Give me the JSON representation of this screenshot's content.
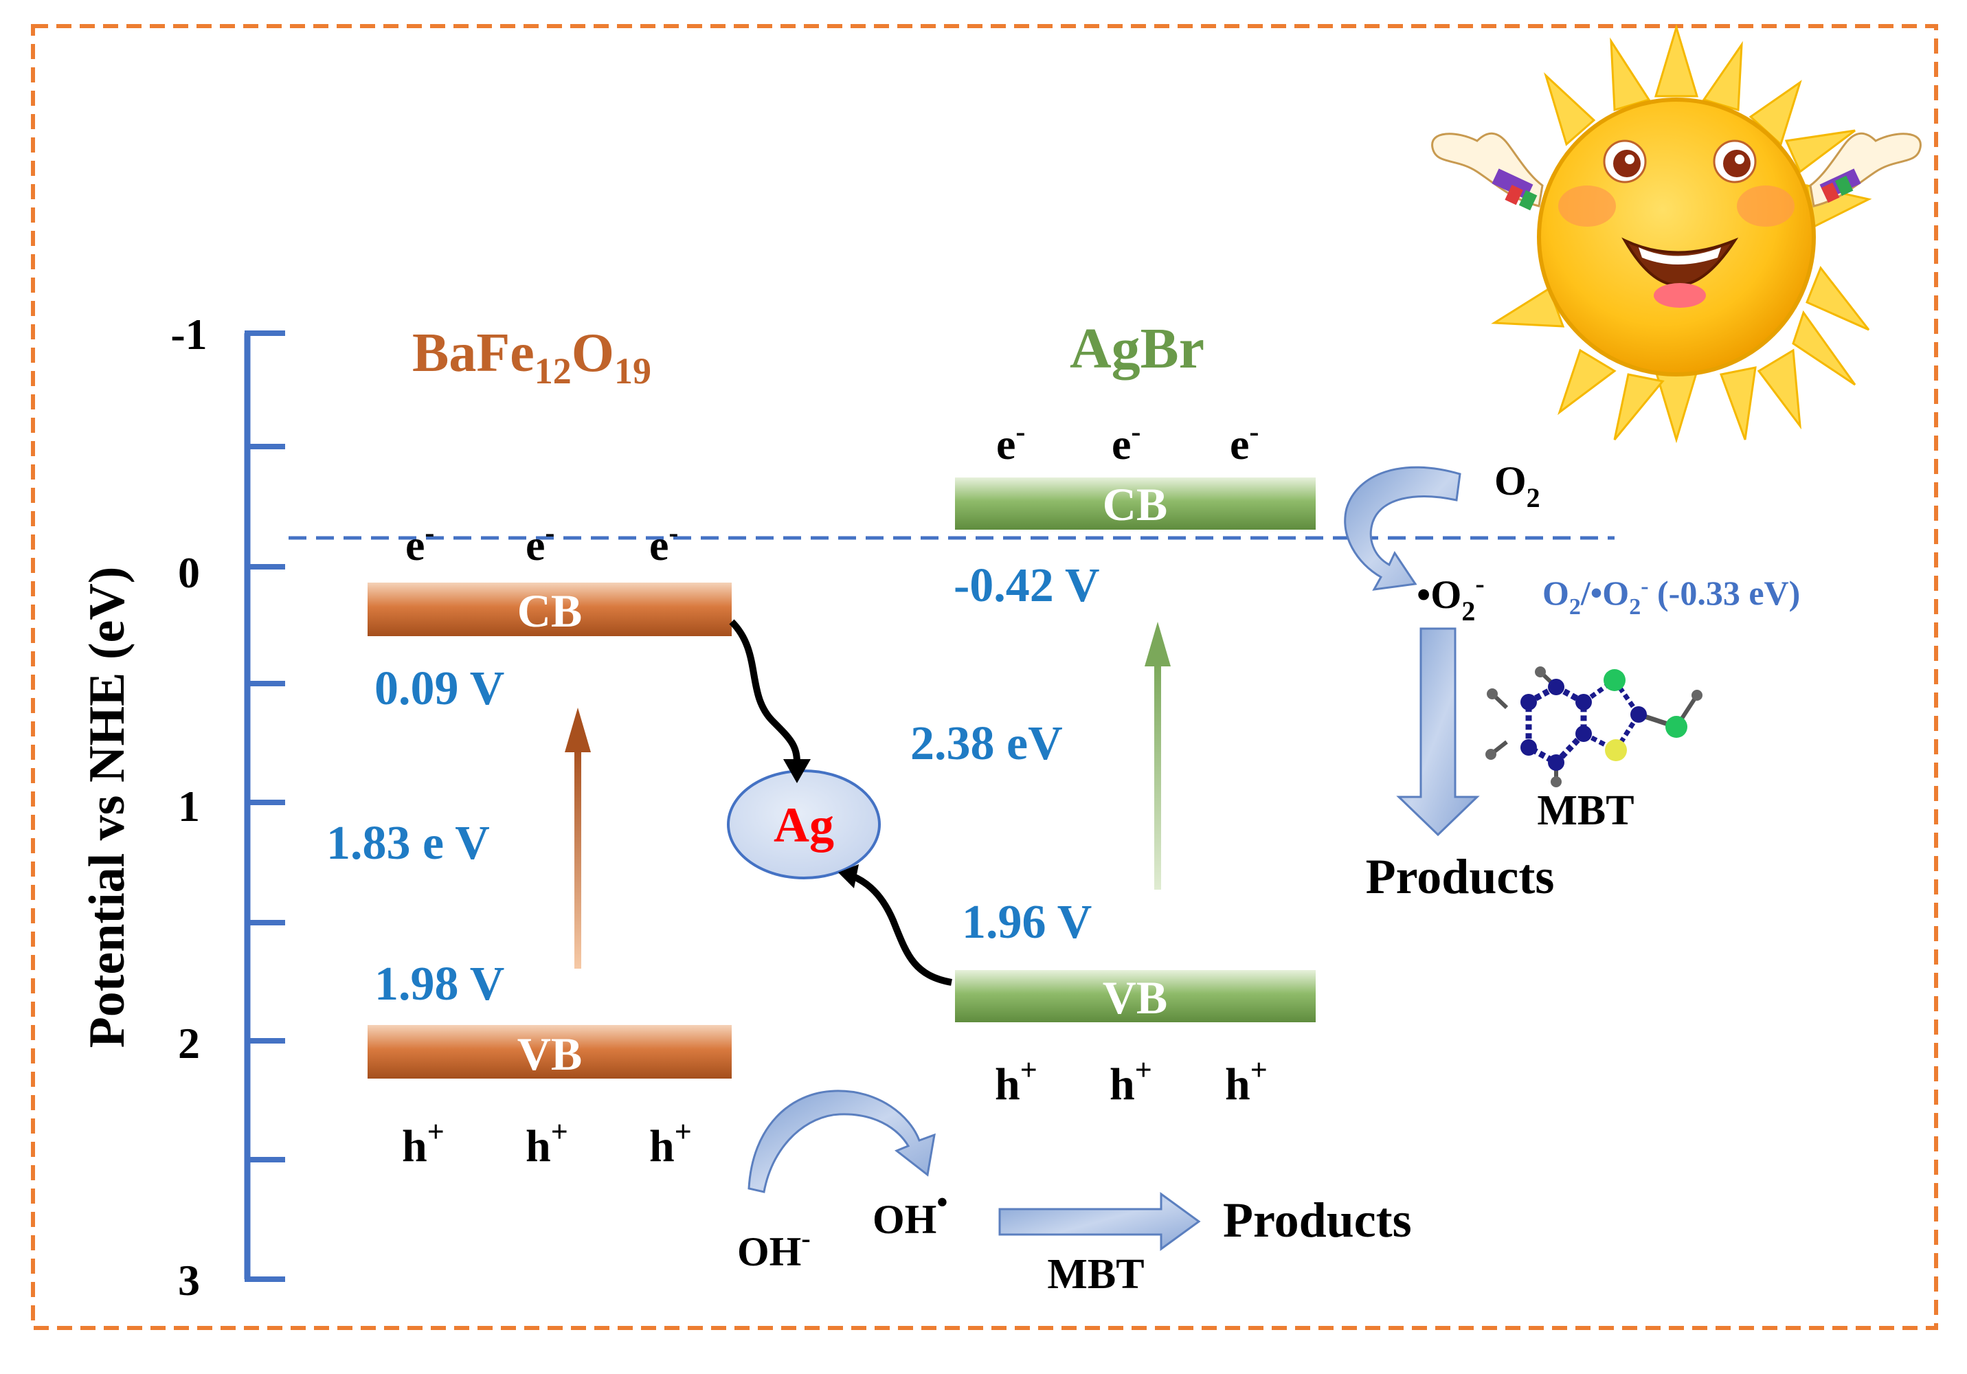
{
  "axis": {
    "label": "Potential vs NHE (eV)",
    "ticks": [
      "-1",
      "0",
      "1",
      "2",
      "3"
    ]
  },
  "bafe": {
    "name_main": "BaFe",
    "name_sub1": "12",
    "name_o": "O",
    "name_sub2": "19",
    "cb_label": "CB",
    "vb_label": "VB",
    "cb_potential": "0.09 V",
    "vb_potential": "1.98 V",
    "bandgap": "1.83 e V",
    "electron": "e",
    "electron_sup": "-",
    "hole": "h",
    "hole_sup": "+"
  },
  "agbr": {
    "name": "AgBr",
    "cb_label": "CB",
    "vb_label": "VB",
    "cb_potential": "-0.42 V",
    "vb_potential": "1.96 V",
    "bandgap": "2.38 eV",
    "electron": "e",
    "electron_sup": "-",
    "hole": "h",
    "hole_sup": "+"
  },
  "ag_label": "Ag",
  "reactions": {
    "o2": "O",
    "o2_sub": "2",
    "superoxide": "•O",
    "superoxide_sub": "2",
    "superoxide_sup": "-",
    "redox_label_a": "O",
    "redox_label_a_sub": "2",
    "redox_label_b": "/•O",
    "redox_label_b_sub": "2",
    "redox_label_b_sup": "-",
    "redox_value": " (-0.33 eV)",
    "mbt_top": "MBT",
    "products_top": "Products",
    "oh_minus": "OH",
    "oh_minus_sup": "-",
    "oh_radical": "OH",
    "oh_radical_sup": "•",
    "mbt_bottom": "MBT",
    "products_bottom": "Products"
  },
  "colors": {
    "axis": "#4472c4",
    "bafe": "#c0632a",
    "agbr": "#6a9a4a",
    "potential_text": "#1f7bc4",
    "frame": "#ed7d31",
    "arrow_fill": "#a8bde0",
    "ag_red": "#ff0000"
  },
  "icons": [
    "sun-icon",
    "mbt-molecule-icon"
  ]
}
